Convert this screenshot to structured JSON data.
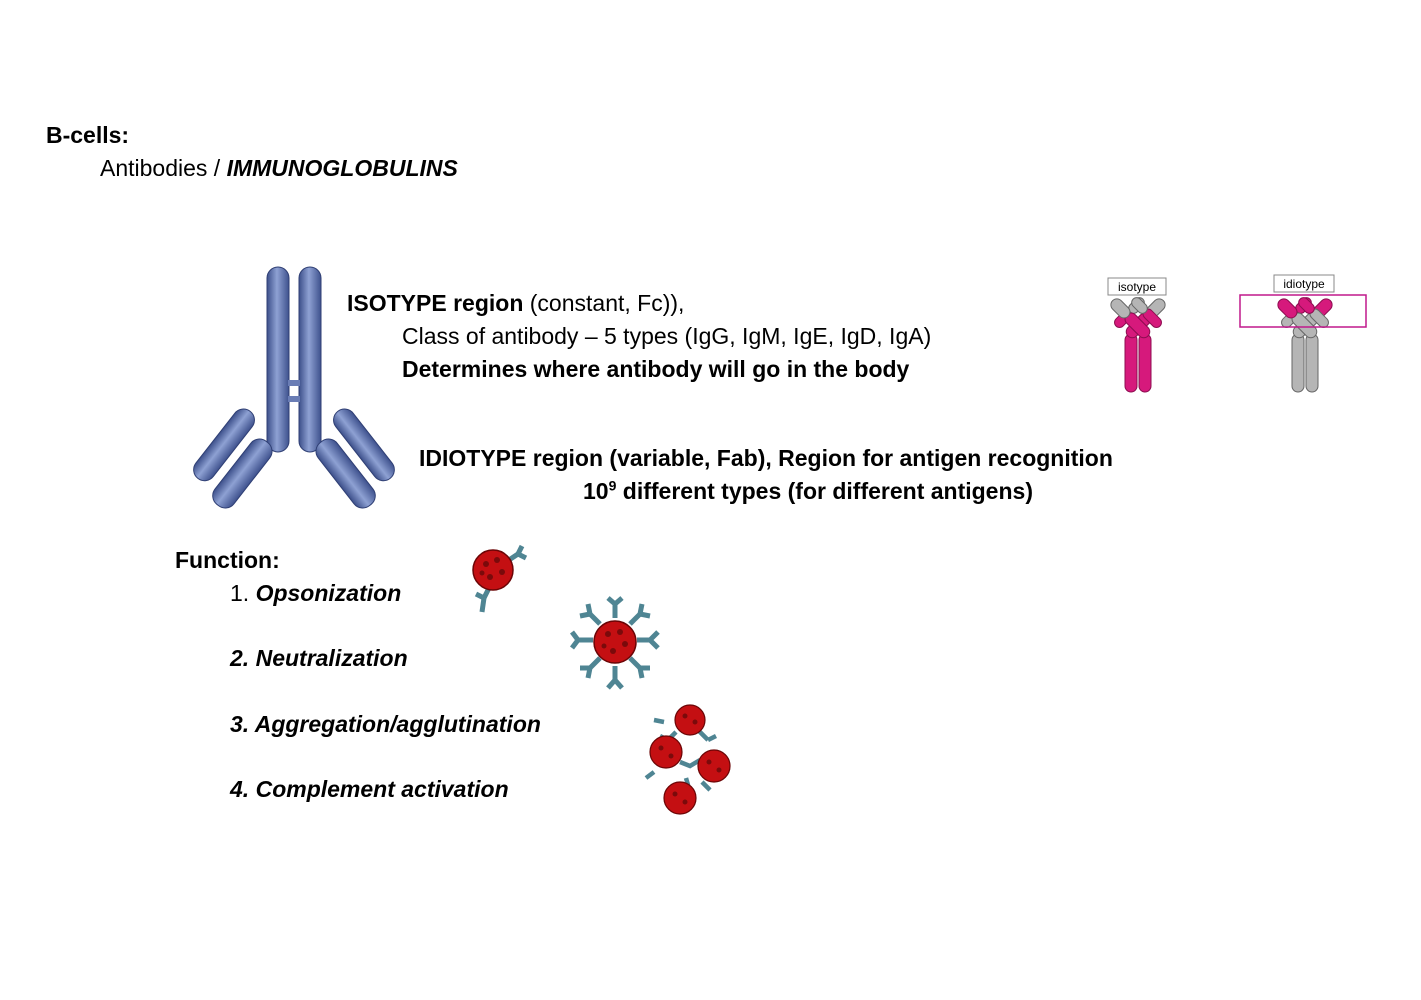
{
  "heading": {
    "title": "B-cells:",
    "sub_prefix": "Antibodies / ",
    "sub_emph": "IMMUNOGLOBULINS"
  },
  "isotype": {
    "title_bold": "ISOTYPE region",
    "title_rest": " (constant, Fc)),",
    "line1": "Class of antibody – 5 types (IgG, IgM, IgE, IgD, IgA)",
    "line2": "Determines where antibody will go in the body"
  },
  "idiotype": {
    "line1": "IDIOTYPE region (variable, Fab), Region for antigen recognition",
    "line2_base": "10",
    "line2_exp": "9",
    "line2_rest": " different types (for different antigens)"
  },
  "diagram_labels": {
    "isotype": "isotype",
    "idiotype": "idiotype"
  },
  "function": {
    "title": "Function:",
    "items": [
      {
        "num": "1. ",
        "label": "Opsonization"
      },
      {
        "num": "2. ",
        "label": "Neutralization"
      },
      {
        "num": "3. ",
        "label": "Aggregation/agglutination"
      },
      {
        "num": "4. ",
        "label": "Complement activation"
      }
    ]
  },
  "colors": {
    "antibody_blue": "#5b6fa8",
    "magenta": "#d6197c",
    "grey": "#b5b5b5",
    "antigen_red": "#c40f12",
    "antibody_teal": "#4f8593"
  }
}
